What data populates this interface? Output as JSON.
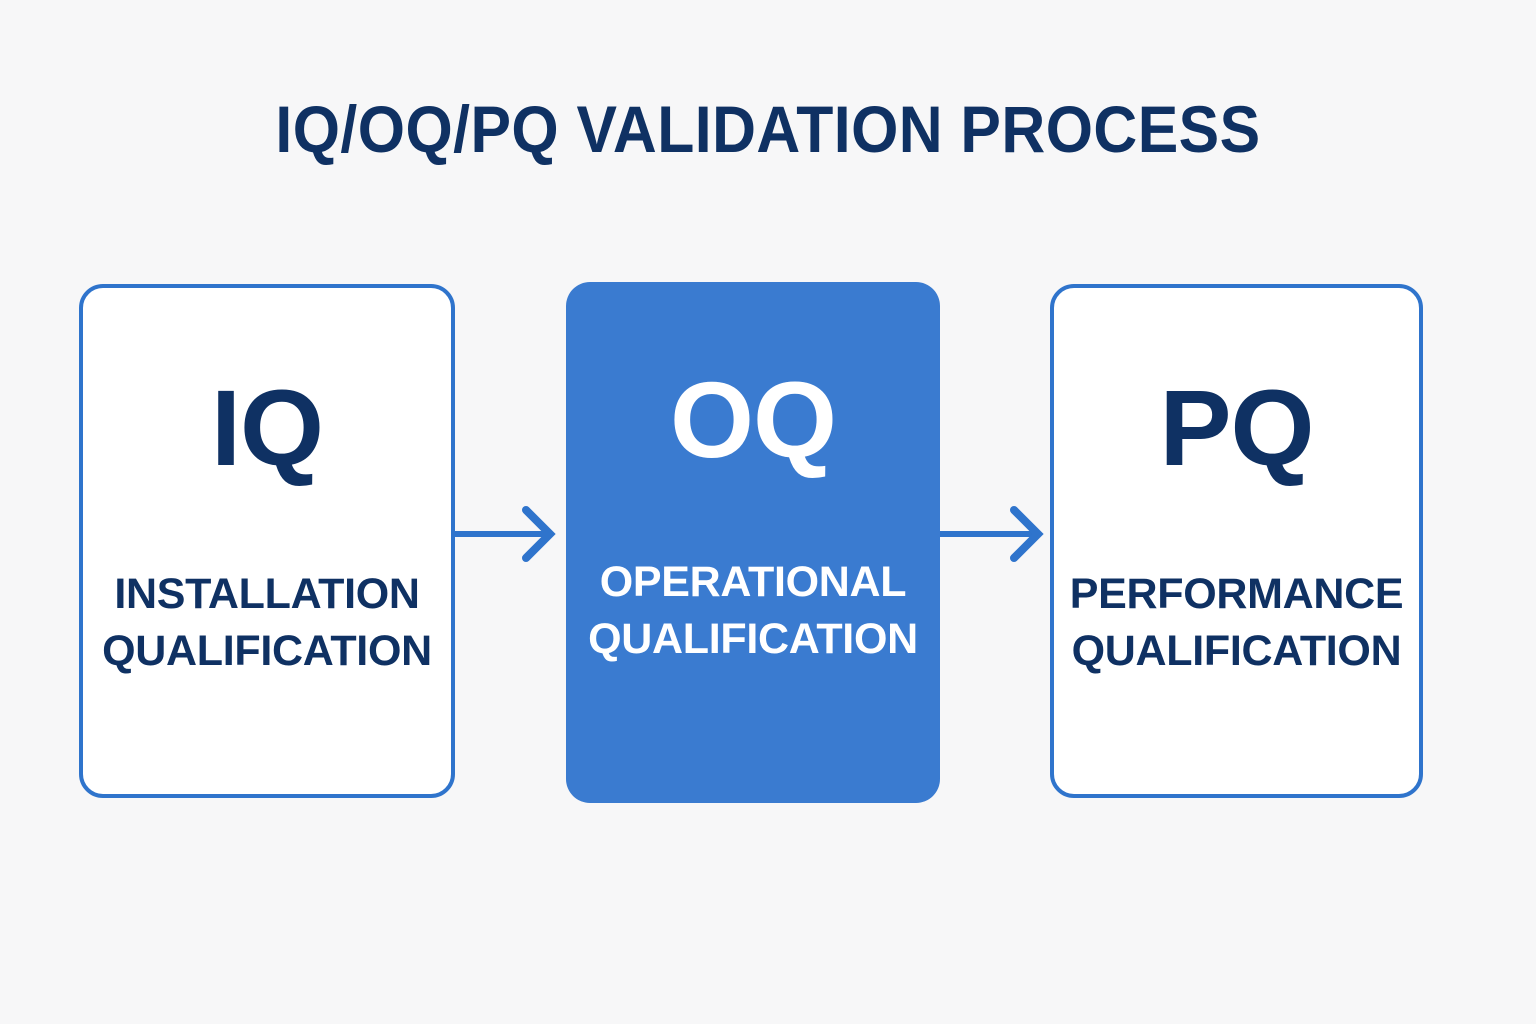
{
  "title": "IQ/OQ/PQ VALIDATION PROCESS",
  "colors": {
    "background": "#f7f7f8",
    "navy": "#0f3163",
    "blue_border": "#2f74cc",
    "blue_fill": "#3a7bd0",
    "white": "#ffffff"
  },
  "stages": [
    {
      "acronym": "IQ",
      "caption_line_1": "INSTALLATION",
      "caption_line_2": "QUALIFICATION",
      "style": "outlined"
    },
    {
      "acronym": "OQ",
      "caption_line_1": "OPERATIONAL",
      "caption_line_2": "QUALIFICATION",
      "style": "filled"
    },
    {
      "acronym": "PQ",
      "caption_line_1": "PERFORMANCE",
      "caption_line_2": "QUALIFICATION",
      "style": "outlined"
    }
  ],
  "arrows": [
    {
      "from": "IQ",
      "to": "OQ",
      "direction": "right"
    },
    {
      "from": "OQ",
      "to": "PQ",
      "direction": "right"
    }
  ]
}
